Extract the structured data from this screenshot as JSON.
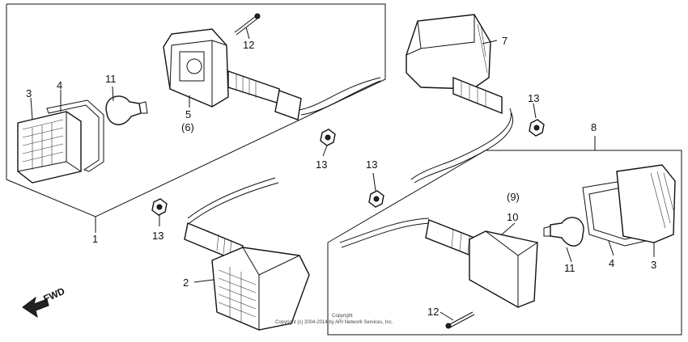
{
  "diagram": {
    "labels": {
      "p1": "1",
      "p2": "2",
      "p3_left": "3",
      "p3_right": "3",
      "p4_left": "4",
      "p4_right": "4",
      "p5": "5",
      "p6": "(6)",
      "p7": "7",
      "p8": "8",
      "p9": "(9)",
      "p10": "10",
      "p11_left": "11",
      "p11_right": "11",
      "p12_top": "12",
      "p12_bottom": "12",
      "p13_a": "13",
      "p13_b": "13",
      "p13_c": "13",
      "p13_d": "13"
    },
    "fwd": "FWD",
    "copyright_line1": "Copyright",
    "copyright_line2": "Copyright (c) 2004-2014 by ARI Network Services, Inc."
  }
}
